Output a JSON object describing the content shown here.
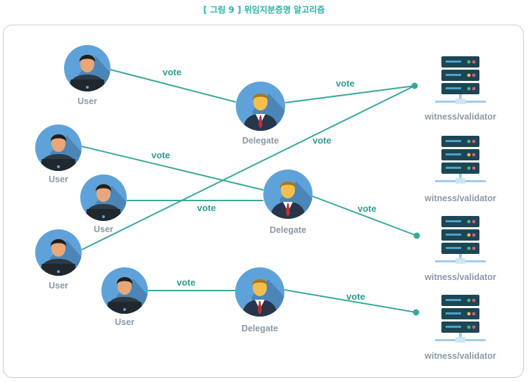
{
  "caption": "[ 그림 9 ] 위임지분증명 알고리즘",
  "colors": {
    "edge": "#3aa899",
    "avatar_bg": "#5fa2d9",
    "avatar_shadow": "#4c86b8",
    "server": "#1d4654",
    "accent": "#29b3a6"
  },
  "users": [
    {
      "label": "User"
    },
    {
      "label": "User"
    },
    {
      "label": "User"
    },
    {
      "label": "User"
    },
    {
      "label": "User"
    }
  ],
  "delegates": [
    {
      "label": "Delegate"
    },
    {
      "label": "Delegate"
    },
    {
      "label": "Delegate"
    }
  ],
  "validators": [
    {
      "label": "witness/validator"
    },
    {
      "label": "witness/validator"
    },
    {
      "label": "witness/validator"
    },
    {
      "label": "witness/validator"
    }
  ],
  "edges": [
    {
      "label": "vote"
    },
    {
      "label": "vote"
    },
    {
      "label": "vote"
    },
    {
      "label": "vote"
    },
    {
      "label": "vote"
    },
    {
      "label": "vote"
    },
    {
      "label": "vote"
    },
    {
      "label": "vote"
    }
  ]
}
